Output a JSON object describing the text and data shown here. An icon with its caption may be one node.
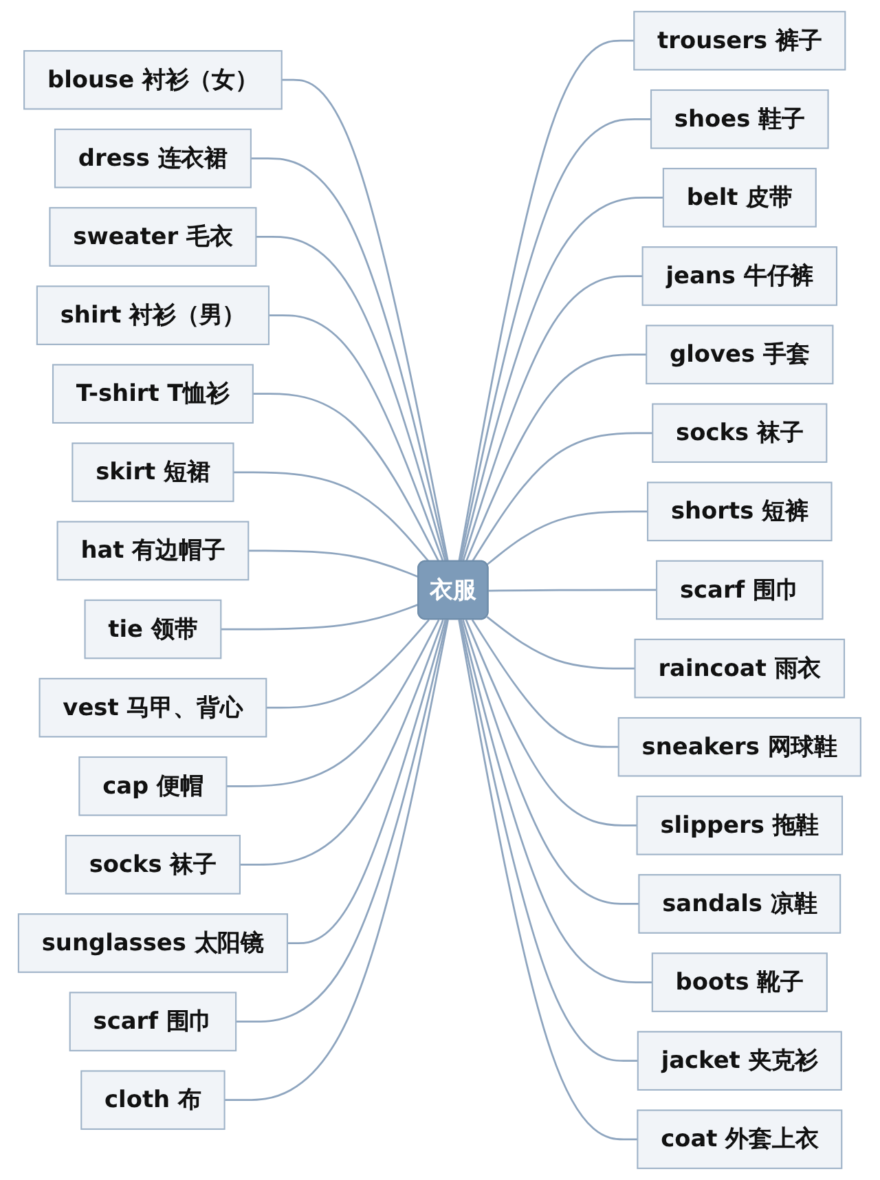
{
  "diagram": {
    "nodes": [
      {
        "text": [
          "衣服"
        ]
      },
      {
        "text": [
          "blouse 衬衫（女）"
        ]
      },
      {
        "text": [
          "dress 连衣裙"
        ]
      },
      {
        "text": [
          "sweater 毛衣"
        ]
      },
      {
        "text": [
          "shirt 衬衫（男）"
        ]
      },
      {
        "text": [
          "T-shirt T恤衫"
        ]
      },
      {
        "text": [
          "skirt 短裙"
        ]
      },
      {
        "text": [
          "hat 有边帽子"
        ]
      },
      {
        "text": [
          "tie 领带"
        ]
      },
      {
        "text": [
          "vest 马甲、背心"
        ]
      },
      {
        "text": [
          "cap 便帽"
        ]
      },
      {
        "text": [
          "socks 袜子"
        ]
      },
      {
        "text": [
          "sunglasses 太阳镜"
        ]
      },
      {
        "text": [
          "scarf 围巾"
        ]
      },
      {
        "text": [
          "cloth 布"
        ]
      },
      {
        "text": [
          "trousers 裤子"
        ]
      },
      {
        "text": [
          "shoes 鞋子"
        ]
      },
      {
        "text": [
          "belt 皮带"
        ]
      },
      {
        "text": [
          "jeans 牛仔裤"
        ]
      },
      {
        "text": [
          "gloves 手套"
        ]
      },
      {
        "text": [
          "socks 袜子"
        ]
      },
      {
        "text": [
          "shorts 短裤"
        ]
      },
      {
        "text": [
          "scarf 围巾"
        ]
      },
      {
        "text": [
          "raincoat 雨衣"
        ]
      },
      {
        "text": [
          "sneakers 网球鞋"
        ]
      },
      {
        "text": [
          "slippers 拖鞋"
        ]
      },
      {
        "text": [
          "sandals 凉鞋"
        ]
      },
      {
        "text": [
          "boots 靴子"
        ]
      },
      {
        "text": [
          "jacket 夹克衫"
        ]
      },
      {
        "text": [
          "coat 外套上衣"
        ]
      }
    ],
    "edges": [
      {
        "from": 0,
        "to": 1,
        "arrow": "none"
      },
      {
        "from": 0,
        "to": 2,
        "arrow": "none"
      },
      {
        "from": 0,
        "to": 3,
        "arrow": "none"
      },
      {
        "from": 0,
        "to": 4,
        "arrow": "none"
      },
      {
        "from": 0,
        "to": 5,
        "arrow": "none"
      },
      {
        "from": 0,
        "to": 6,
        "arrow": "none"
      },
      {
        "from": 0,
        "to": 7,
        "arrow": "none"
      },
      {
        "from": 0,
        "to": 8,
        "arrow": "none"
      },
      {
        "from": 0,
        "to": 9,
        "arrow": "none"
      },
      {
        "from": 0,
        "to": 10,
        "arrow": "none"
      },
      {
        "from": 0,
        "to": 11,
        "arrow": "none"
      },
      {
        "from": 0,
        "to": 12,
        "arrow": "none"
      },
      {
        "from": 0,
        "to": 13,
        "arrow": "none"
      },
      {
        "from": 0,
        "to": 14,
        "arrow": "none"
      },
      {
        "from": 0,
        "to": 15,
        "arrow": "none"
      },
      {
        "from": 0,
        "to": 16,
        "arrow": "none"
      },
      {
        "from": 0,
        "to": 17,
        "arrow": "none"
      },
      {
        "from": 0,
        "to": 18,
        "arrow": "none"
      },
      {
        "from": 0,
        "to": 19,
        "arrow": "none"
      },
      {
        "from": 0,
        "to": 20,
        "arrow": "none"
      },
      {
        "from": 0,
        "to": 21,
        "arrow": "none"
      },
      {
        "from": 0,
        "to": 22,
        "arrow": "none"
      },
      {
        "from": 0,
        "to": 23,
        "arrow": "none"
      },
      {
        "from": 0,
        "to": 24,
        "arrow": "none"
      },
      {
        "from": 0,
        "to": 25,
        "arrow": "none"
      },
      {
        "from": 0,
        "to": 26,
        "arrow": "none"
      },
      {
        "from": 0,
        "to": 27,
        "arrow": "none"
      },
      {
        "from": 0,
        "to": 28,
        "arrow": "none"
      },
      {
        "from": 0,
        "to": 29,
        "arrow": "none"
      }
    ]
  }
}
